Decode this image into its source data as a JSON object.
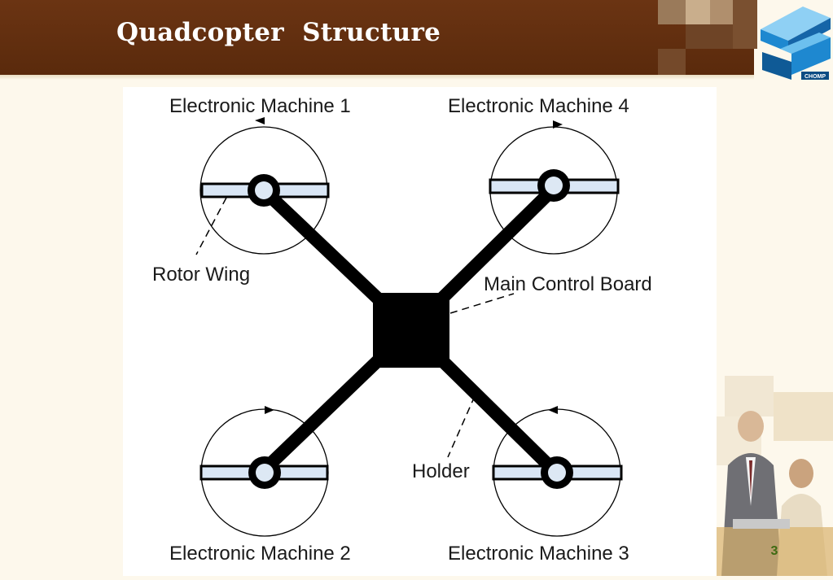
{
  "slide": {
    "title": "Quadcopter  Structure",
    "page_number": "3",
    "logo_text": "CHOMP"
  },
  "diagram": {
    "labels": {
      "machine1": "Electronic Machine 1",
      "machine2": "Electronic Machine 2",
      "machine3": "Electronic Machine 3",
      "machine4": "Electronic Machine 4",
      "rotor_wing": "Rotor Wing",
      "main_control_board": "Main Control Board",
      "holder": "Holder"
    },
    "rotation": {
      "machine1": "counterclockwise",
      "machine2": "clockwise",
      "machine3": "counterclockwise",
      "machine4": "clockwise"
    }
  },
  "colors": {
    "header": "#5e2d0e",
    "background": "#fdf8ec",
    "page_number": "#3e6b12",
    "logo_blue": "#1e88d0"
  }
}
